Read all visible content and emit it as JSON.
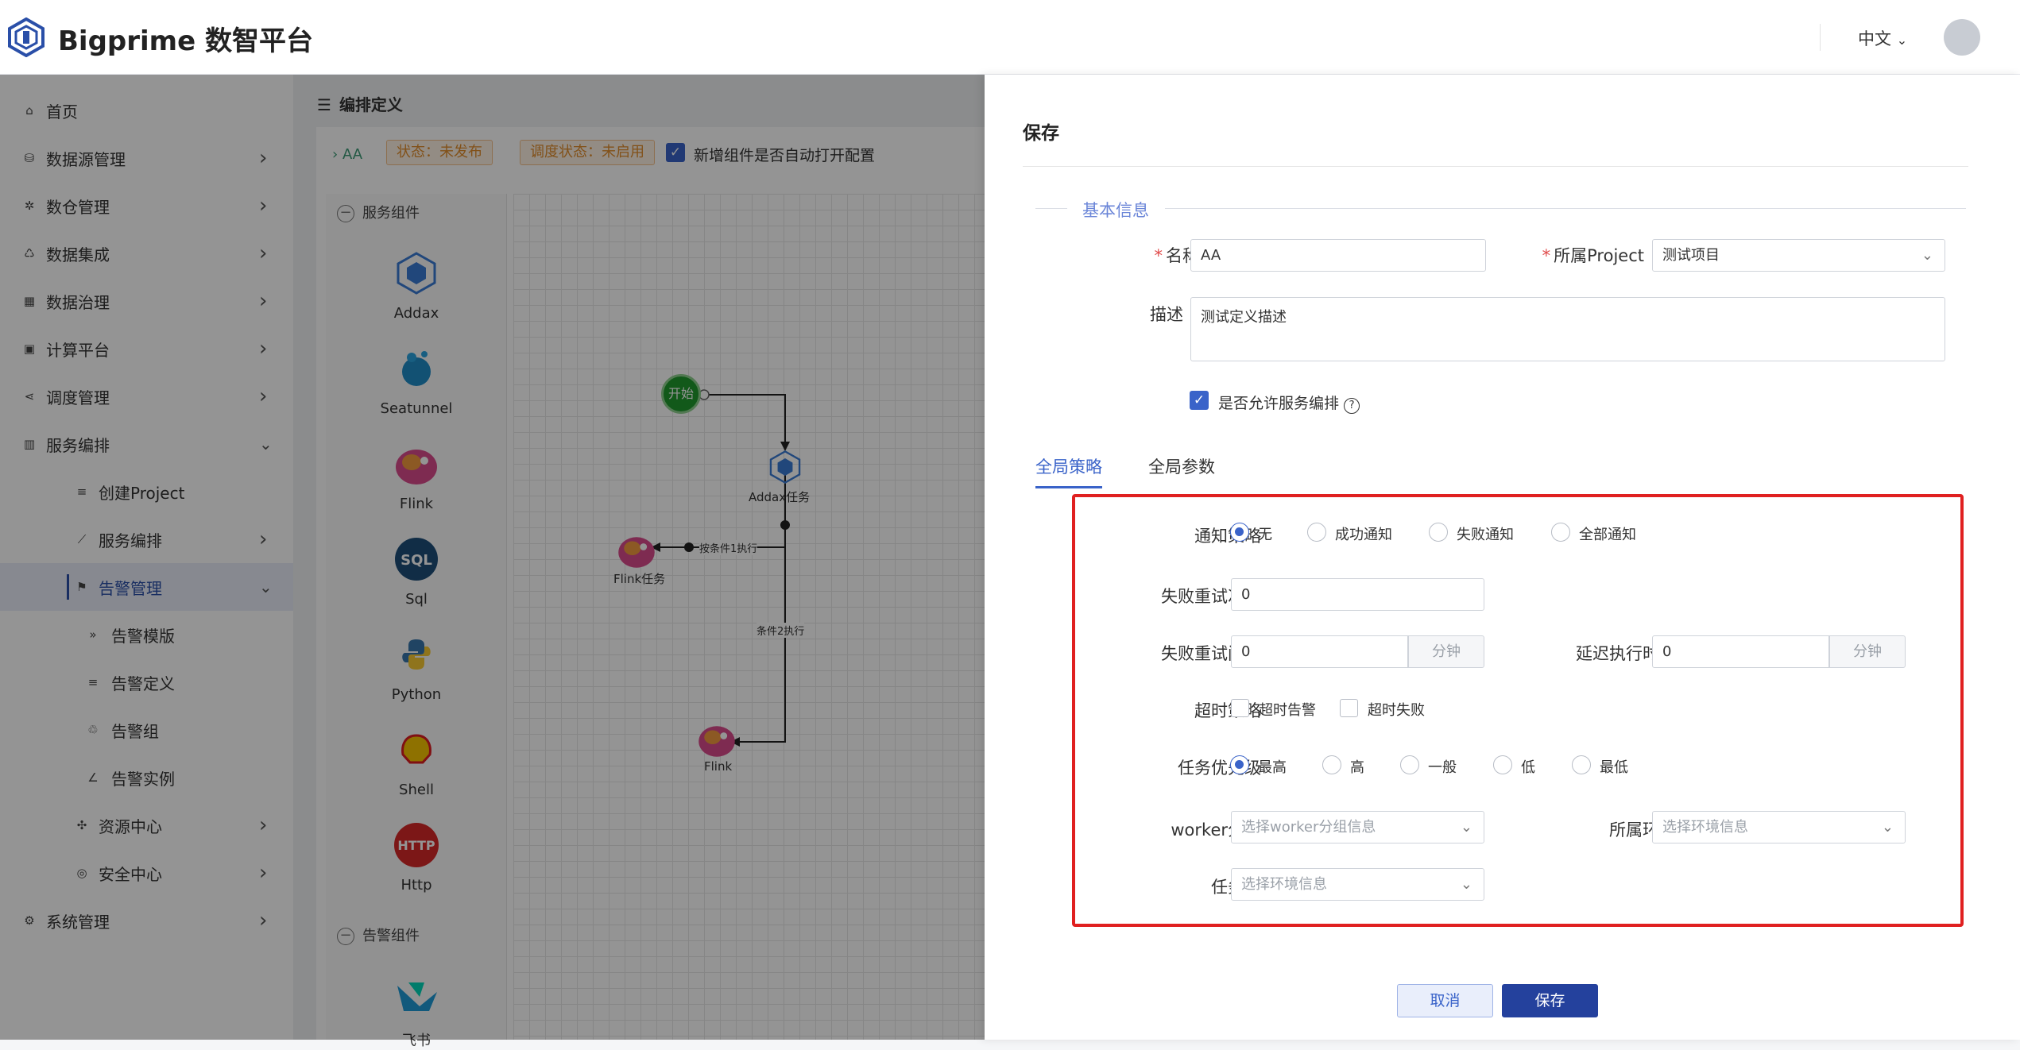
{
  "app": {
    "title": "Bigprime 数智平台",
    "lang": "中文"
  },
  "sidebar": {
    "items": [
      {
        "label": "首页",
        "icon": "home-icon"
      },
      {
        "label": "数据源管理",
        "icon": "database-icon"
      },
      {
        "label": "数仓管理",
        "icon": "warehouse-icon"
      },
      {
        "label": "数据集成",
        "icon": "integration-icon"
      },
      {
        "label": "数据治理",
        "icon": "governance-icon"
      },
      {
        "label": "计算平台",
        "icon": "compute-icon"
      },
      {
        "label": "调度管理",
        "icon": "share-icon"
      },
      {
        "label": "服务编排",
        "icon": "bar-chart-icon"
      },
      {
        "label": "创建Project",
        "icon": "list-icon"
      },
      {
        "label": "服务编排",
        "icon": "line-chart-icon"
      },
      {
        "label": "告警管理",
        "icon": "flag-icon"
      },
      {
        "label": "告警模版",
        "icon": "double-chevron-icon"
      },
      {
        "label": "告警定义",
        "icon": "list-icon"
      },
      {
        "label": "告警组",
        "icon": "group-icon"
      },
      {
        "label": "告警实例",
        "icon": "pen-icon"
      },
      {
        "label": "资源中心",
        "icon": "resource-icon"
      },
      {
        "label": "安全中心",
        "icon": "shield-icon"
      },
      {
        "label": "系统管理",
        "icon": "gear-icon"
      }
    ]
  },
  "editor": {
    "section_title": "编排定义",
    "crumb": "AA",
    "status_tag": "状态：未发布",
    "schedule_tag": "调度状态：未启用",
    "auto_open_label": "新增组件是否自动打开配置",
    "service_group": "服务组件",
    "alert_group": "告警组件",
    "components": [
      "Addax",
      "Seatunnel",
      "Flink",
      "Sql",
      "Python",
      "Shell",
      "Http",
      "飞书"
    ],
    "nodes": {
      "start": "开始",
      "addax": "Addax任务",
      "flink_task": "Flink任务",
      "flink": "Flink"
    },
    "edges": {
      "cond1": "按条件1执行",
      "cond2": "条件2执行"
    }
  },
  "drawer": {
    "title": "保存",
    "basic_info": "基本信息",
    "name_label": "名称",
    "name_value": "AA",
    "project_label": "所属Project",
    "project_value": "测试项目",
    "desc_label": "描述",
    "desc_value": "测试定义描述",
    "allow_label": "是否允许服务编排",
    "tabs": [
      "全局策略",
      "全局参数"
    ],
    "notify_label": "通知策略",
    "notify_options": [
      "无",
      "成功通知",
      "失败通知",
      "全部通知"
    ],
    "retry_count_label": "失败重试次数",
    "retry_count_value": "0",
    "retry_interval_label": "失败重试间隔",
    "retry_interval_value": "0",
    "delay_label": "延迟执行时间",
    "delay_value": "0",
    "unit": "分钟",
    "timeout_label": "超时策略",
    "timeout_options": [
      "超时告警",
      "超时失败"
    ],
    "priority_label": "任务优先级",
    "priority_options": [
      "最高",
      "高",
      "一般",
      "低",
      "最低"
    ],
    "worker_label": "worker分组",
    "worker_placeholder": "选择worker分组信息",
    "env_label": "所属环境",
    "env_placeholder": "选择环境信息",
    "taskgroup_label": "任务组",
    "taskgroup_placeholder": "选择环境信息",
    "cancel": "取消",
    "save": "保存"
  }
}
